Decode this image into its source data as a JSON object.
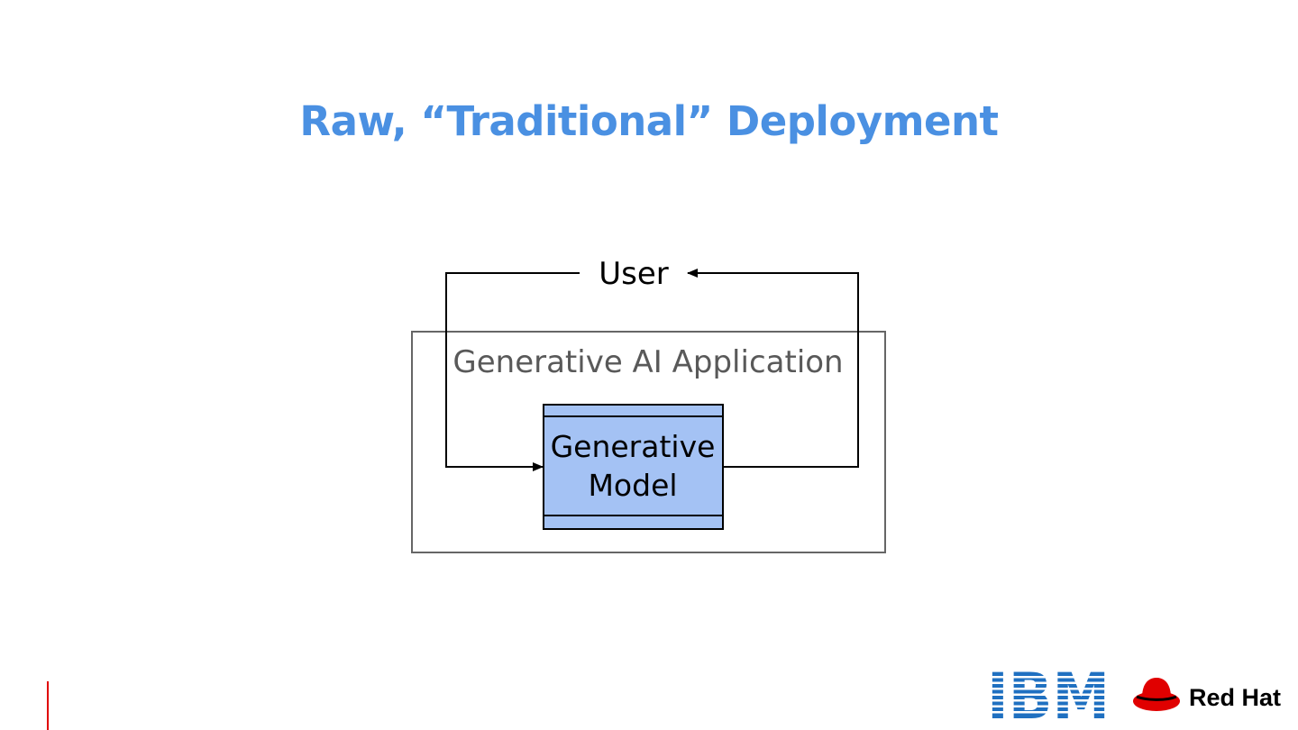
{
  "slide": {
    "title": "Raw, “Traditional” Deployment"
  },
  "diagram": {
    "user_label": "User",
    "app_label": "Generative AI Application",
    "model_label_line1": "Generative",
    "model_label_line2": "Model",
    "colors": {
      "title": "#4a90e2",
      "model_fill": "#a4c2f4",
      "app_border": "#666666",
      "line": "#000000",
      "app_text": "#595959"
    }
  },
  "footer": {
    "ibm_logo": "IBM",
    "redhat_logo": "Red Hat"
  }
}
